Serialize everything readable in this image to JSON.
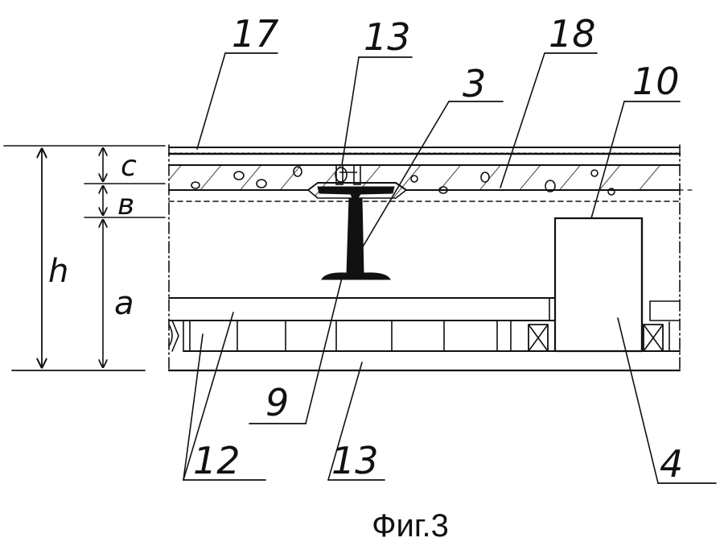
{
  "caption": "Фиг.3",
  "dimensions": {
    "total": "h",
    "top": "c",
    "middle": "в",
    "lower": "a"
  },
  "callouts": {
    "top_17": "17",
    "top_13": "13",
    "top_3": "3",
    "top_18": "18",
    "top_10": "10",
    "bot_9": "9",
    "bot_12": "12",
    "bot_13": "13",
    "bot_4": "4"
  },
  "colors": {
    "ink": "#111111",
    "paper": "#ffffff"
  }
}
